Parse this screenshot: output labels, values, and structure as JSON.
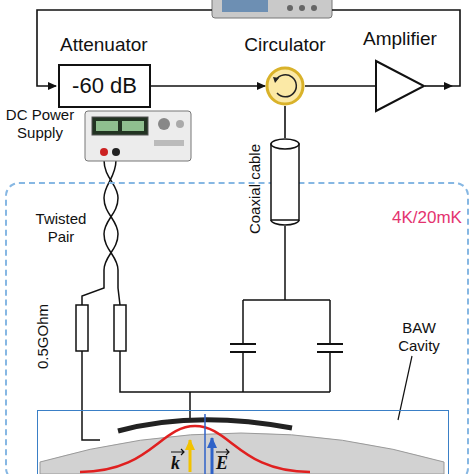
{
  "diagram": {
    "nodes": [
      {
        "text": [
          "4K/20mK"
        ]
      },
      {
        "text": [
          "Attenuator",
          "-60 dB"
        ]
      },
      {
        "text": [
          "Circulator"
        ]
      },
      {
        "text": [
          "Amplifier"
        ]
      },
      {
        "text": [
          "DC Power Supply"
        ]
      },
      {
        "text": [
          "Coaxial cable"
        ]
      },
      {
        "text": [
          "BAW Cavity"
        ],
        "in": 0
      }
    ],
    "edges": [
      {
        "from": 1,
        "to": 2,
        "arrow": "to"
      },
      {
        "from": 2,
        "to": 3,
        "arrow": "none"
      },
      {
        "from": 2,
        "to": 5,
        "arrow": "none"
      }
    ],
    "labels": [
      "Twisted Pair",
      "0.5GOhm",
      "k",
      "E"
    ]
  }
}
